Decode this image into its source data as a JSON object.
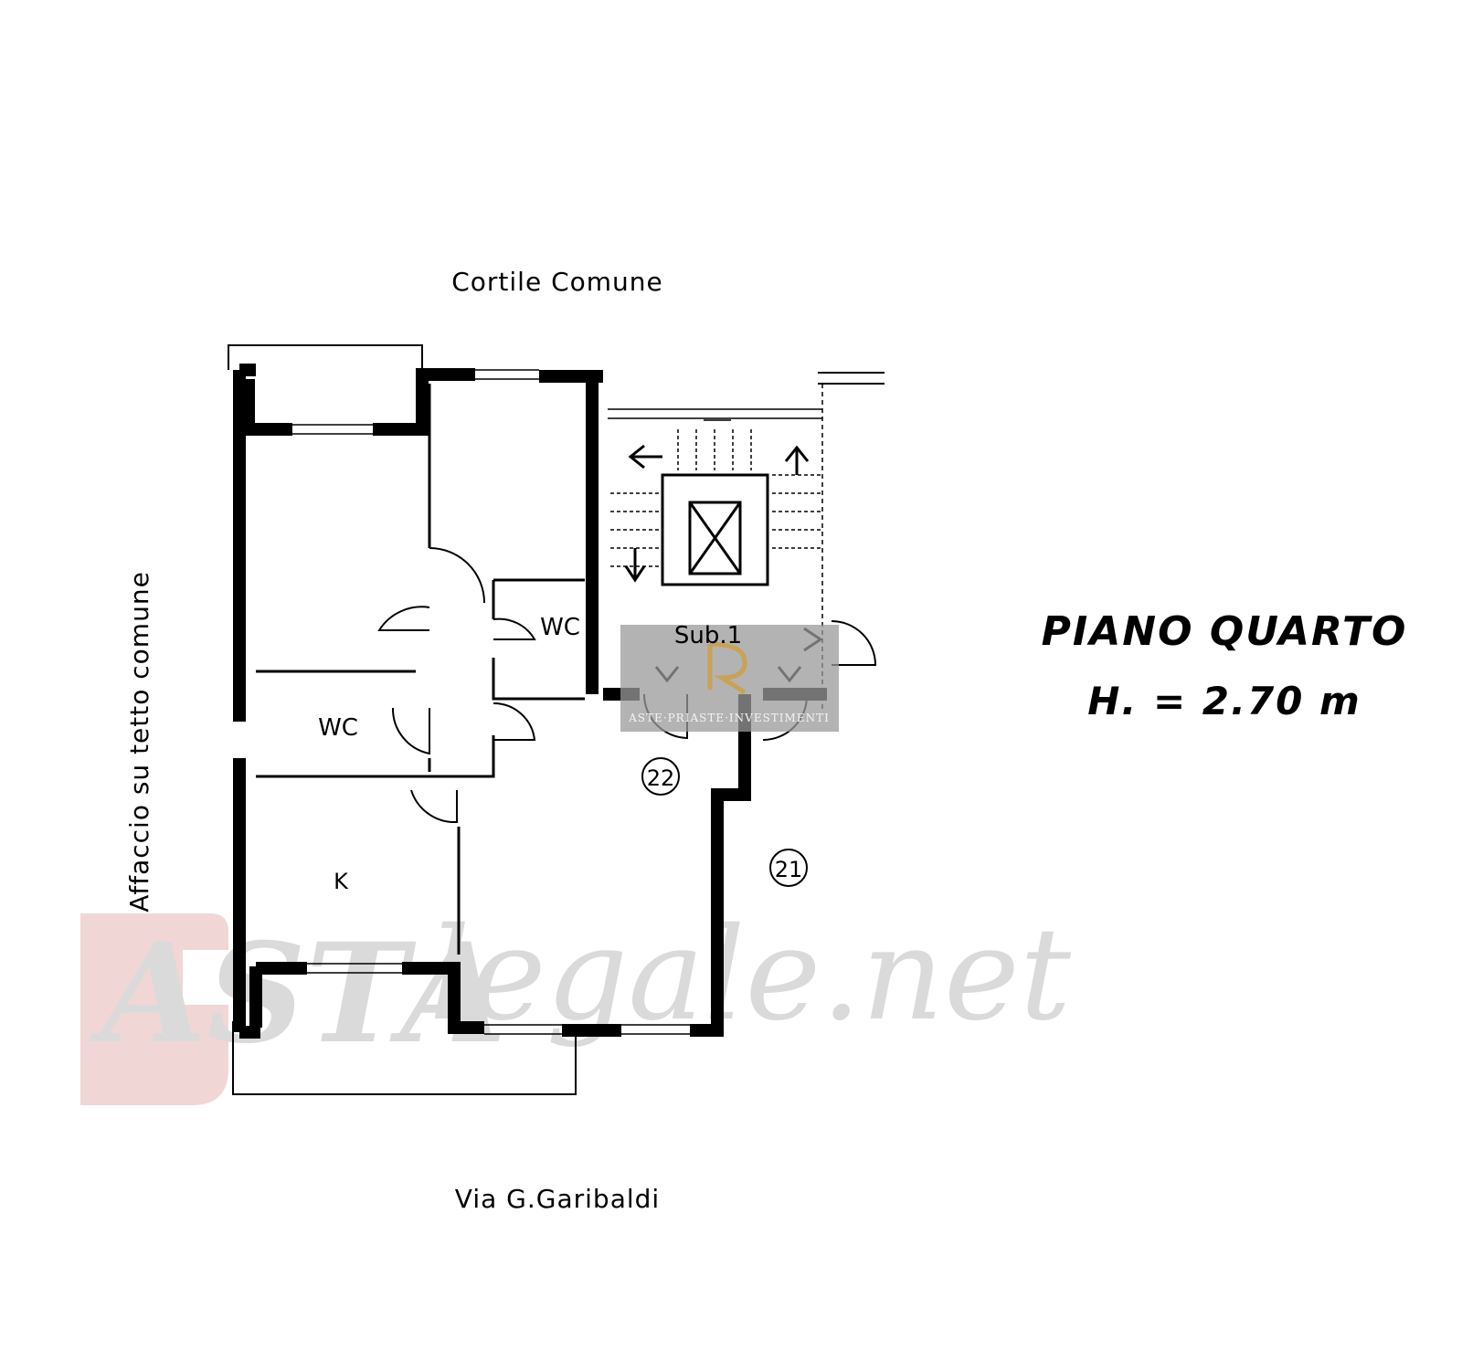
{
  "labels": {
    "top": "Cortile Comune",
    "bottom": "Via G.Garibaldi",
    "left": "Affaccio su tetto comune",
    "wc_upper": "WC",
    "wc_lower": "WC",
    "kitchen": "K",
    "sub": "Sub.1",
    "num_22": "22",
    "num_21": "21"
  },
  "title": {
    "line1": "PIANO QUARTO",
    "line2": "H. = 2.70 m"
  },
  "watermark": {
    "asta": "ASTA",
    "legale": "legale.net",
    "logo_caption": "ASTE·PRIASTE·INVESTIMENTI"
  },
  "colors": {
    "ink": "#000000",
    "watermark": "#d7d7d7",
    "logo_box": "#9a9a9a",
    "logo_gold": "#c9a255"
  }
}
